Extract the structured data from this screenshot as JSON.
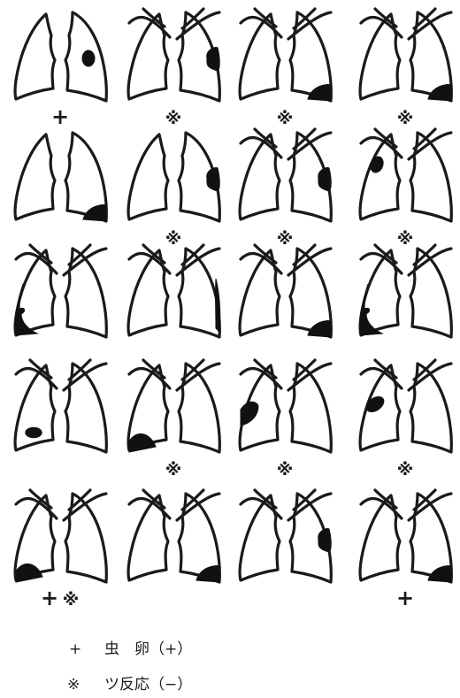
{
  "panels": [
    {
      "style": "round",
      "lesions": [
        {
          "side": "R",
          "pos": "mid-outer",
          "size": "medium"
        }
      ],
      "markers": [
        "+"
      ]
    },
    {
      "style": "crossed",
      "lesions": [
        {
          "side": "R",
          "pos": "mid-edge",
          "size": "medium"
        }
      ],
      "markers": [
        "※"
      ]
    },
    {
      "style": "crossed",
      "lesions": [
        {
          "side": "R",
          "pos": "lower-edge",
          "size": "medium"
        }
      ],
      "markers": [
        "※"
      ]
    },
    {
      "style": "crossed",
      "lesions": [
        {
          "side": "R",
          "pos": "lower-edge",
          "size": "medium"
        }
      ],
      "markers": [
        "※"
      ]
    },
    {
      "style": "round",
      "lesions": [
        {
          "side": "R",
          "pos": "lower-edge",
          "size": "medium"
        }
      ],
      "markers": []
    },
    {
      "style": "round",
      "lesions": [
        {
          "side": "R",
          "pos": "mid-edge",
          "size": "medium"
        }
      ],
      "markers": [
        "※"
      ]
    },
    {
      "style": "crossed",
      "lesions": [
        {
          "side": "R",
          "pos": "mid-edge",
          "size": "medium"
        }
      ],
      "markers": [
        "※"
      ]
    },
    {
      "style": "crossed",
      "lesions": [
        {
          "side": "L",
          "pos": "upper-inner",
          "size": "small"
        }
      ],
      "markers": [
        "※"
      ]
    },
    {
      "style": "crossed",
      "lesions": [
        {
          "side": "L",
          "pos": "long-edge",
          "size": "large"
        }
      ],
      "markers": []
    },
    {
      "style": "crossed",
      "lesions": [
        {
          "side": "R",
          "pos": "long-edge",
          "size": "small"
        }
      ],
      "markers": []
    },
    {
      "style": "crossed",
      "lesions": [
        {
          "side": "R",
          "pos": "lower-edge",
          "size": "medium"
        }
      ],
      "markers": []
    },
    {
      "style": "crossed",
      "lesions": [
        {
          "side": "L",
          "pos": "long-edge",
          "size": "large"
        }
      ],
      "markers": []
    },
    {
      "style": "crossed",
      "lesions": [
        {
          "side": "L",
          "pos": "lower-inner",
          "size": "small"
        }
      ],
      "markers": []
    },
    {
      "style": "crossed",
      "lesions": [
        {
          "side": "L",
          "pos": "lower-edge",
          "size": "medium"
        }
      ],
      "markers": [
        "※"
      ]
    },
    {
      "style": "crossed",
      "lesions": [
        {
          "side": "L",
          "pos": "mid-edge",
          "size": "large"
        }
      ],
      "markers": [
        "※"
      ]
    },
    {
      "style": "crossed",
      "lesions": [
        {
          "side": "L",
          "pos": "mid-inner",
          "size": "medium"
        }
      ],
      "markers": [
        "※"
      ]
    },
    {
      "style": "crossed",
      "lesions": [
        {
          "side": "L",
          "pos": "lower-edge",
          "size": "medium"
        }
      ],
      "markers": [
        "+",
        "※"
      ]
    },
    {
      "style": "crossed",
      "lesions": [
        {
          "side": "R",
          "pos": "lower-edge",
          "size": "medium"
        }
      ],
      "markers": []
    },
    {
      "style": "crossed",
      "lesions": [
        {
          "side": "R",
          "pos": "mid-edge",
          "size": "medium"
        }
      ],
      "markers": []
    },
    {
      "style": "crossed",
      "lesions": [
        {
          "side": "R",
          "pos": "lower-edge",
          "size": "medium"
        }
      ],
      "markers": [
        "+"
      ]
    }
  ],
  "legend": [
    {
      "symbol": "+",
      "text": "虫　卵（+）"
    },
    {
      "symbol": "※",
      "text": "ツ反応（−）"
    }
  ]
}
